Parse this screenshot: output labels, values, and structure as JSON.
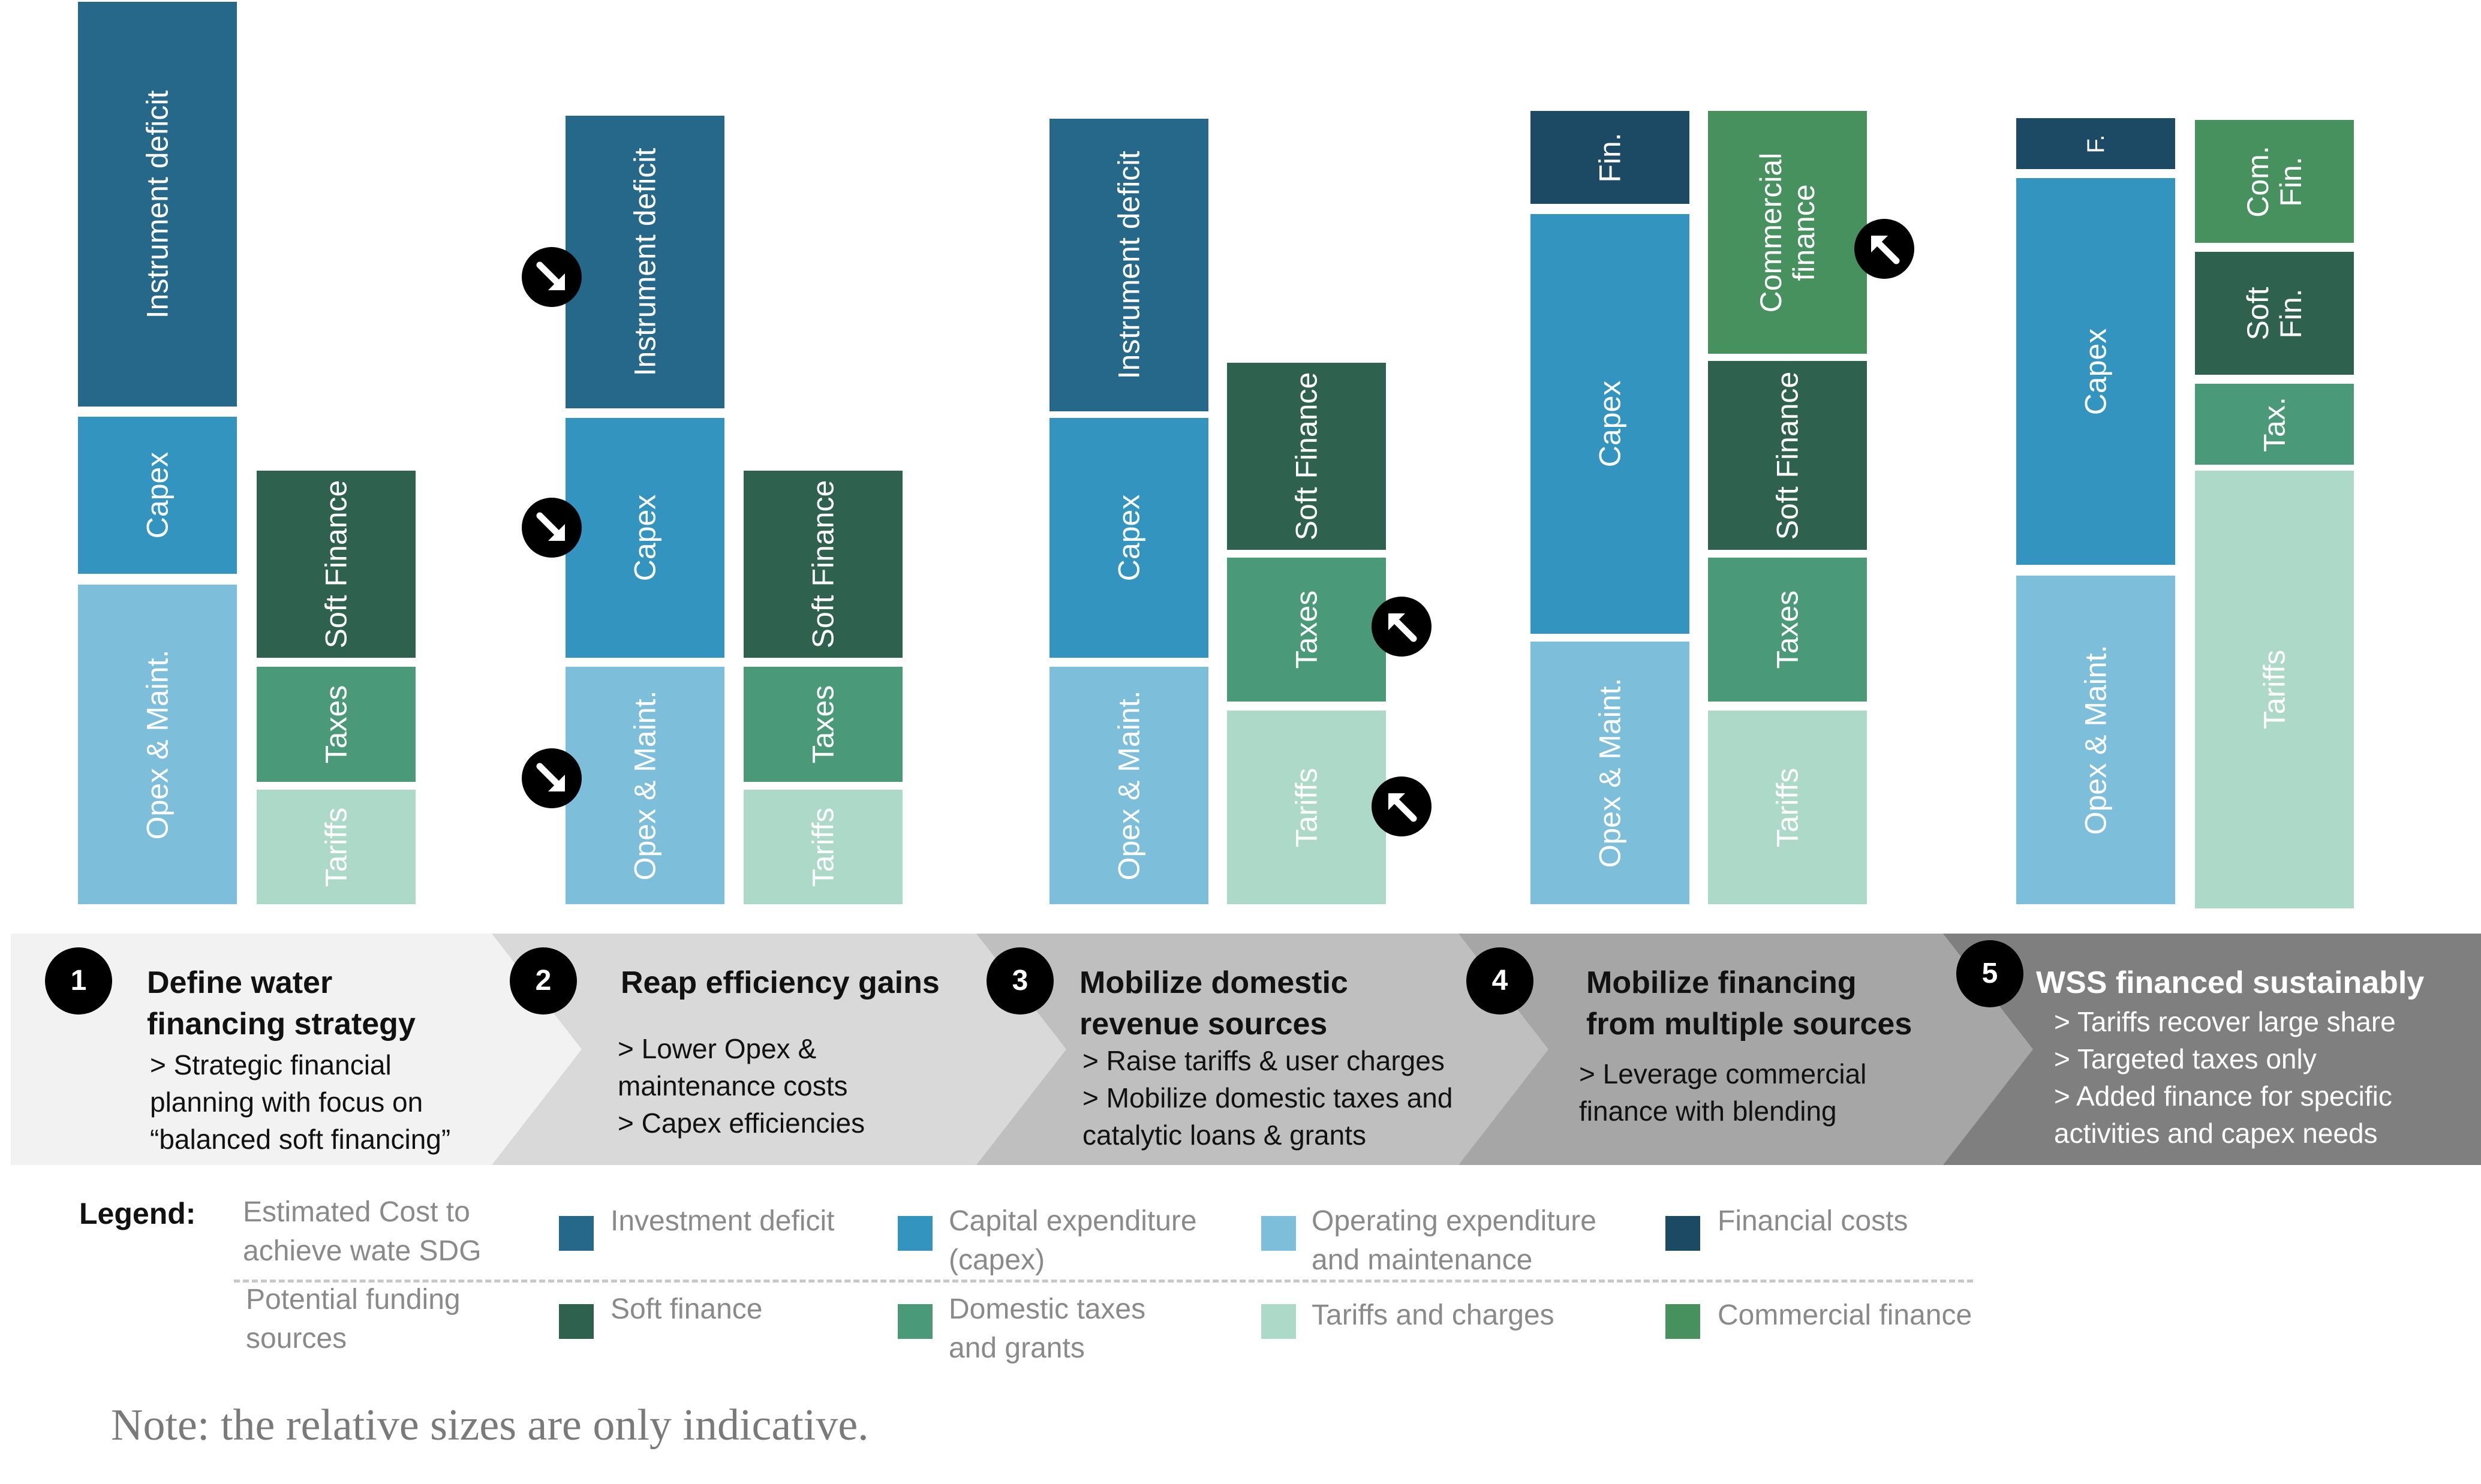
{
  "colors": {
    "investment_deficit": "#26688A",
    "capex": "#3394BF",
    "opex": "#7DBEDB",
    "financial_costs": "#1C4A64",
    "soft_finance": "#2E624F",
    "taxes": "#4A9A7A",
    "tariffs": "#ADD9C8",
    "commercial_finance": "#46915E"
  },
  "diagram": {
    "columns": [
      {
        "blocks": [
          {
            "type": "investment_deficit",
            "label": "Instrument deficit"
          },
          {
            "type": "capex",
            "label": "Capex"
          },
          {
            "type": "opex",
            "label": "Opex & Maint."
          },
          {
            "type": "soft_finance",
            "label": "Soft Finance"
          },
          {
            "type": "taxes",
            "label": "Taxes"
          },
          {
            "type": "tariffs",
            "label": "Tariffs"
          }
        ]
      },
      {
        "blocks": [
          {
            "type": "investment_deficit",
            "label": "Instrument deficit",
            "arrow": "down"
          },
          {
            "type": "capex",
            "label": "Capex",
            "arrow": "down"
          },
          {
            "type": "opex",
            "label": "Opex & Maint.",
            "arrow": "down"
          },
          {
            "type": "soft_finance",
            "label": "Soft Finance"
          },
          {
            "type": "taxes",
            "label": "Taxes"
          },
          {
            "type": "tariffs",
            "label": "Tariffs"
          }
        ]
      },
      {
        "blocks": [
          {
            "type": "investment_deficit",
            "label": "Instrument deficit"
          },
          {
            "type": "capex",
            "label": "Capex"
          },
          {
            "type": "opex",
            "label": "Opex & Maint."
          },
          {
            "type": "soft_finance",
            "label": "Soft Finance"
          },
          {
            "type": "taxes",
            "label": "Taxes",
            "arrow": "up"
          },
          {
            "type": "tariffs",
            "label": "Tariffs",
            "arrow": "up"
          }
        ]
      },
      {
        "blocks": [
          {
            "type": "financial_costs",
            "label": "Fin."
          },
          {
            "type": "capex",
            "label": "Capex"
          },
          {
            "type": "opex",
            "label": "Opex & Maint."
          },
          {
            "type": "commercial_finance",
            "label": "Commercial\nfinance",
            "arrow": "up"
          },
          {
            "type": "soft_finance",
            "label": "Soft Finance"
          },
          {
            "type": "taxes",
            "label": "Taxes"
          },
          {
            "type": "tariffs",
            "label": "Tariffs"
          }
        ]
      },
      {
        "blocks": [
          {
            "type": "financial_costs",
            "label": "F."
          },
          {
            "type": "capex",
            "label": "Capex"
          },
          {
            "type": "opex",
            "label": "Opex & Maint."
          },
          {
            "type": "commercial_finance",
            "label": "Com.\nFin."
          },
          {
            "type": "soft_finance",
            "label": "Soft\nFin."
          },
          {
            "type": "taxes",
            "label": "Tax."
          },
          {
            "type": "tariffs",
            "label": "Tariffs"
          }
        ]
      }
    ]
  },
  "steps": [
    {
      "number": "1",
      "title": "Define water\nfinancing strategy",
      "body": "> Strategic financial\nplanning with focus on\n“balanced soft financing”",
      "fill": "#F2F2F2"
    },
    {
      "number": "2",
      "title": "Reap efficiency gains",
      "body": "> Lower Opex &\nmaintenance costs\n> Capex efficiencies",
      "fill": "#D9D9D9"
    },
    {
      "number": "3",
      "title": "Mobilize domestic\nrevenue sources",
      "body": "> Raise tariffs & user charges\n> Mobilize domestic taxes and\ncatalytic loans & grants",
      "fill": "#BFBFBF"
    },
    {
      "number": "4",
      "title": "Mobilize financing\nfrom multiple sources",
      "body": "> Leverage commercial\nfinance with blending",
      "fill": "#A6A6A6"
    },
    {
      "number": "5",
      "title": "WSS financed sustainably",
      "body": "> Tariffs recover large share\n> Targeted taxes only\n> Added finance for specific\nactivities and capex needs",
      "fill": "#7F7F7F"
    }
  ],
  "legend": {
    "heading": "Legend:",
    "cost_label": "Estimated Cost to\nachieve wate SDG",
    "funding_label": "Potential funding\nsources",
    "items": {
      "investment_deficit": "Investment deficit",
      "capex": "Capital expenditure\n(capex)",
      "opex": "Operating expenditure\nand maintenance",
      "financial_costs": "Financial costs",
      "soft_finance": "Soft finance",
      "taxes": "Domestic taxes\nand grants",
      "tariffs": "Tariffs and charges",
      "commercial_finance": "Commercial finance"
    }
  },
  "note": "Note: the relative sizes are only indicative."
}
